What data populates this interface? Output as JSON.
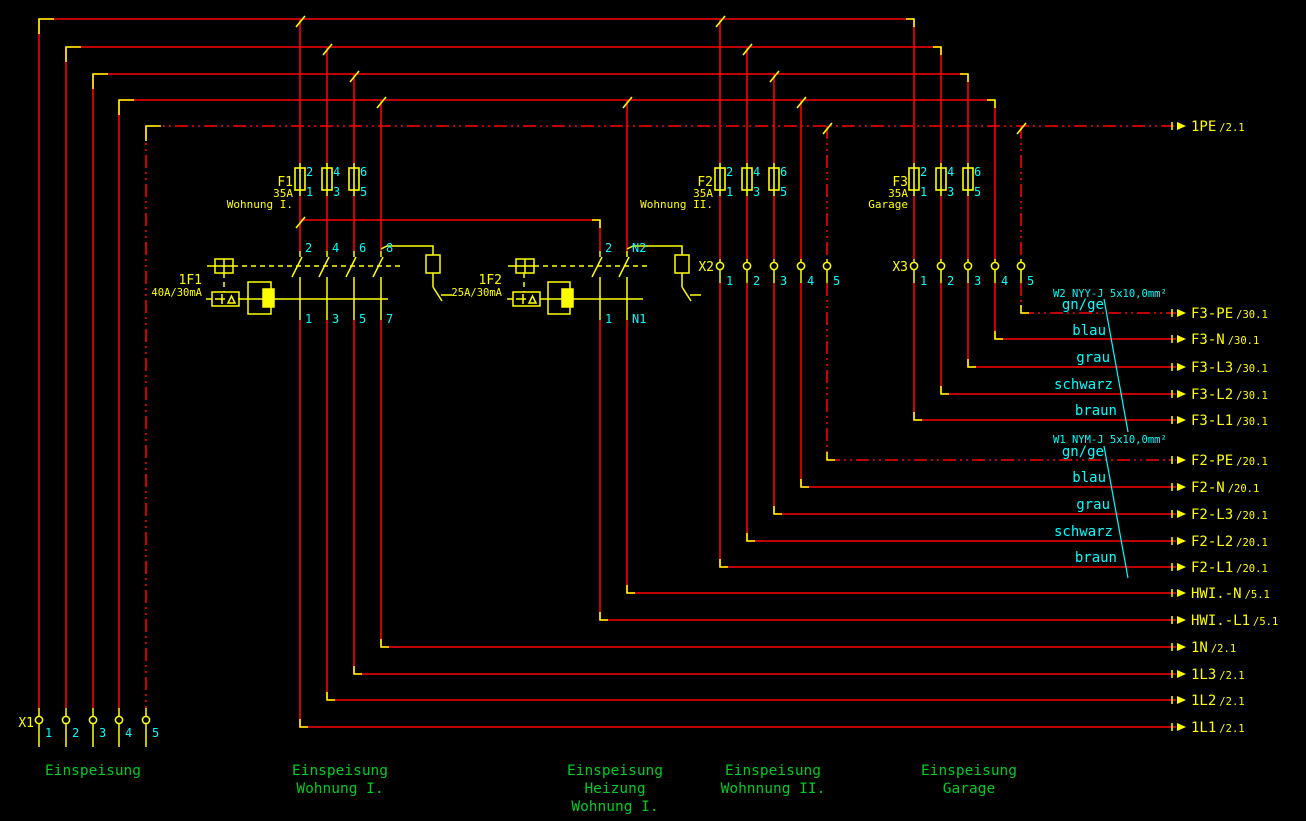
{
  "colors": {
    "background": "#000000",
    "wire": "#fe0000",
    "symbol": "#ffff00",
    "annotation": "#00ffff",
    "section_text": "#00cc22"
  },
  "fuse_groups": [
    {
      "name": "F1",
      "rating": "35A",
      "desc": "Wohnung I.",
      "top_terms": [
        "2",
        "4",
        "6"
      ],
      "bottom_terms": [
        "1",
        "3",
        "5"
      ]
    },
    {
      "name": "F2",
      "rating": "35A",
      "desc": "Wohnung II.",
      "top_terms": [
        "2",
        "4",
        "6"
      ],
      "bottom_terms": [
        "1",
        "3",
        "5"
      ]
    },
    {
      "name": "F3",
      "rating": "35A",
      "desc": "Garage",
      "top_terms": [
        "2",
        "4",
        "6"
      ],
      "bottom_terms": [
        "1",
        "3",
        "5"
      ]
    }
  ],
  "rcds": [
    {
      "name": "1F1",
      "rating": "40A/30mA",
      "top_terms": [
        "2",
        "4",
        "6",
        "8"
      ],
      "bottom_terms": [
        "1",
        "3",
        "5",
        "7"
      ]
    },
    {
      "name": "1F2",
      "rating": "25A/30mA",
      "top_terms": [
        "2",
        "N2"
      ],
      "bottom_terms": [
        "1",
        "N1"
      ]
    }
  ],
  "strips": [
    {
      "name": "X1",
      "terminals": [
        "1",
        "2",
        "3",
        "4",
        "5"
      ]
    },
    {
      "name": "X2",
      "terminals": [
        "1",
        "2",
        "3",
        "4",
        "5"
      ]
    },
    {
      "name": "X3",
      "terminals": [
        "1",
        "2",
        "3",
        "4",
        "5"
      ]
    }
  ],
  "right_labels": [
    {
      "name": "1PE",
      "ref": "/2.1"
    },
    {
      "name": "F3-PE",
      "ref": "/30.1"
    },
    {
      "name": "F3-N",
      "ref": "/30.1"
    },
    {
      "name": "F3-L3",
      "ref": "/30.1"
    },
    {
      "name": "F3-L2",
      "ref": "/30.1"
    },
    {
      "name": "F3-L1",
      "ref": "/30.1"
    },
    {
      "name": "F2-PE",
      "ref": "/20.1"
    },
    {
      "name": "F2-N",
      "ref": "/20.1"
    },
    {
      "name": "F2-L3",
      "ref": "/20.1"
    },
    {
      "name": "F2-L2",
      "ref": "/20.1"
    },
    {
      "name": "F2-L1",
      "ref": "/20.1"
    },
    {
      "name": "HWI.-N",
      "ref": "/5.1"
    },
    {
      "name": "HWI.-L1",
      "ref": "/5.1"
    },
    {
      "name": "1N",
      "ref": "/2.1"
    },
    {
      "name": "1L3",
      "ref": "/2.1"
    },
    {
      "name": "1L2",
      "ref": "/2.1"
    },
    {
      "name": "1L1",
      "ref": "/2.1"
    }
  ],
  "cables": [
    {
      "designation": "W2 NYY-J 5x10,0mm²",
      "conductors": [
        "gn/ge",
        "blau",
        "grau",
        "schwarz",
        "braun"
      ]
    },
    {
      "designation": "W1 NYM-J 5x10,0mm²",
      "conductors": [
        "gn/ge",
        "blau",
        "grau",
        "schwarz",
        "braun"
      ]
    }
  ],
  "sections": [
    {
      "lines": [
        "Einspeisung"
      ]
    },
    {
      "lines": [
        "Einspeisung",
        "Wohnung I."
      ]
    },
    {
      "lines": [
        "Einspeisung",
        "Heizung",
        "Wohnung I."
      ]
    },
    {
      "lines": [
        "Einspeisung",
        "Wohnnung II."
      ]
    },
    {
      "lines": [
        "Einspeisung",
        "Garage"
      ]
    }
  ]
}
